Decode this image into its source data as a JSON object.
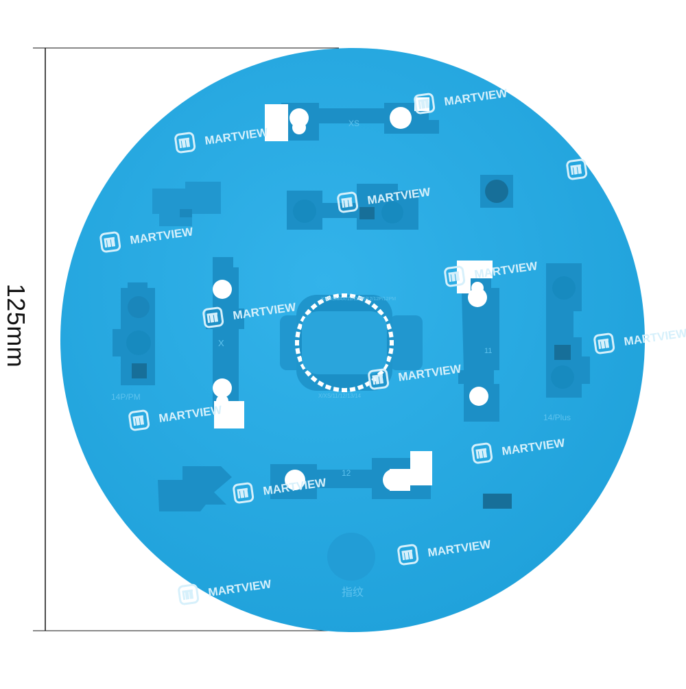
{
  "dimension": {
    "label": "125mm"
  },
  "brand": {
    "watermark": "MARTVIEW"
  },
  "labels": {
    "xs": "XS",
    "x": "X",
    "eleven": "11",
    "twelve": "12",
    "fourteen_pro": "14P/PM",
    "fourteen_plus": "14/Plus",
    "fingerprint": "指纹",
    "gear_top": "XS/XSMAX/11/11PM/12/12P/12PM",
    "gear_bottom": "X/XS/11/12/13/14"
  },
  "colors": {
    "mat": "#27a9e1",
    "mat_shadow": "#1b93c9",
    "pocket": "#1c8fc6",
    "hole": "#ffffff",
    "watermark": "#d6f0fb",
    "dimension_line": "#111111"
  }
}
